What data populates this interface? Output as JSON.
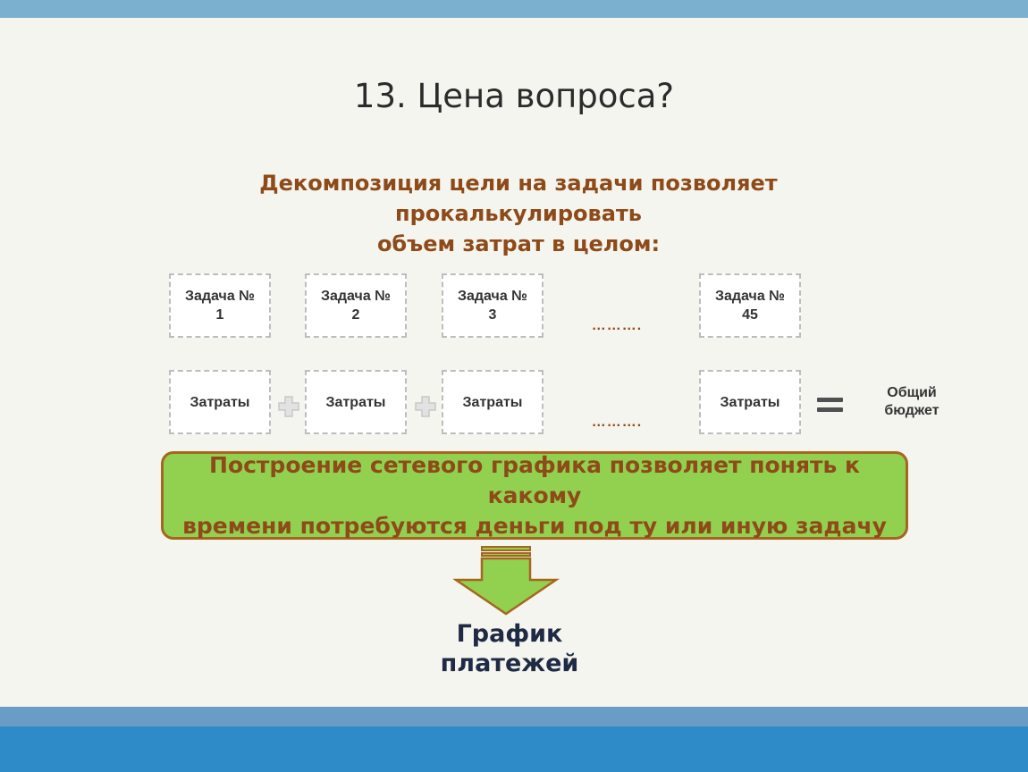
{
  "slide": {
    "title": "13. Цена вопроса?",
    "subtitle_line1": "Декомпозиция цели на задачи позволяет прокалькулировать",
    "subtitle_line2": "объем затрат в целом:",
    "tasks": [
      {
        "label": "Задача №\n1",
        "cost": "Затраты"
      },
      {
        "label": "Задача №\n2",
        "cost": "Затраты"
      },
      {
        "label": "Задача №\n3",
        "cost": "Затраты"
      },
      {
        "label": "Задача №\n45",
        "cost": "Затраты"
      }
    ],
    "ellipsis": "……….",
    "total_line1": "Общий",
    "total_line2": "бюджет",
    "callout_line1": "Построение сетевого графика позволяет понять к какому",
    "callout_line2": "времени потребуются деньги под ту или иную задачу",
    "result_line1": "График",
    "result_line2": "платежей"
  },
  "colors": {
    "top_bar": "#7bb0cf",
    "bottom_band": "#2f8ac8",
    "accent_brown": "#8e4a18",
    "callout_green": "#92d050",
    "callout_border": "#a5661f",
    "arrow_fill": "#92d050"
  },
  "icons": {
    "plus": "plus-icon",
    "equals": "equals-icon",
    "arrow": "down-arrow-icon"
  }
}
